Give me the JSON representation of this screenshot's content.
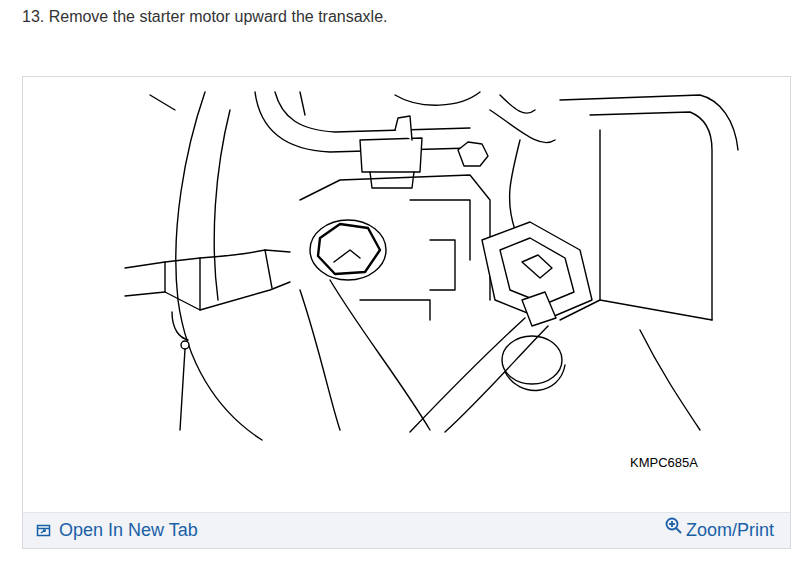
{
  "diagram": {
    "title": "13. Remove the starter motor upward the transaxle.",
    "labels": [
      "KMPC685A",
      "Open In New Tab",
      "Zoom/Print"
    ]
  }
}
